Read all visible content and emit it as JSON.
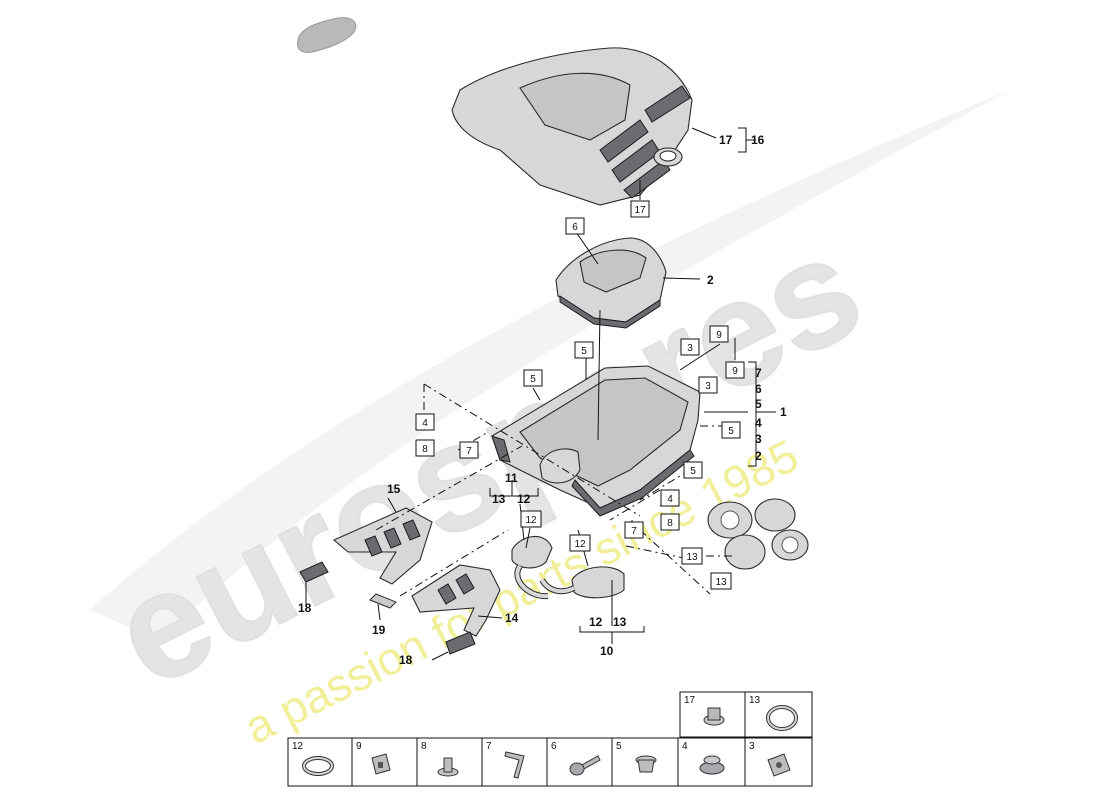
{
  "watermark": {
    "brand": "eurospares",
    "slogan": "a passion for parts since 1985"
  },
  "callouts": {
    "c1": "1",
    "c2": "2",
    "c10": "10",
    "c11": "11",
    "c12_a": "12",
    "c13_a": "13",
    "c12_b": "12",
    "c13_b": "13",
    "c14": "14",
    "c15": "15",
    "c16": "16",
    "c17": "17",
    "c18_a": "18",
    "c18_b": "18",
    "c19": "19"
  },
  "stack_labels": [
    "7",
    "6",
    "5",
    "4",
    "3",
    "2"
  ],
  "boxed_labels": {
    "b17": "17",
    "b6": "6",
    "b9_top": "9",
    "b3_top": "3",
    "b5_top": "5",
    "b9_mid": "9",
    "b3_mid": "3",
    "b5_left": "5",
    "b4_left": "4",
    "b8_left": "8",
    "b7_left": "7",
    "b5_right": "5",
    "b5_lower": "5",
    "b4_right": "4",
    "b8_right": "8",
    "b7_right": "7",
    "b12_left": "12",
    "b12_mid": "12",
    "b13_upper": "13",
    "b13_lower": "13"
  },
  "parts_table": {
    "top_row": [
      "17",
      "13"
    ],
    "bottom_row": [
      "12",
      "9",
      "8",
      "7",
      "6",
      "5",
      "4",
      "3"
    ]
  }
}
